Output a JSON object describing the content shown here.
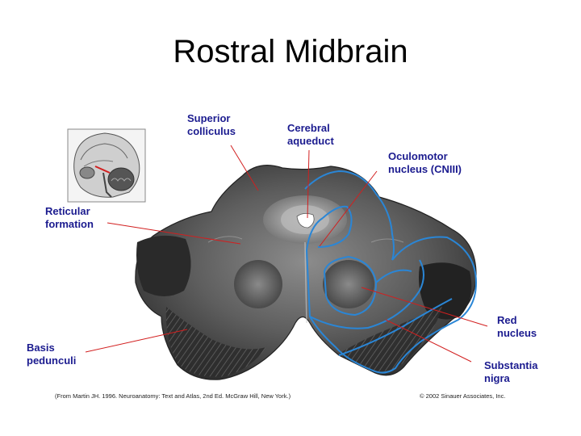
{
  "title": "Rostral Midbrain",
  "labels": {
    "superior_colliculus": [
      "Superior",
      "colliculus"
    ],
    "cerebral_aqueduct": [
      "Cerebral",
      "aqueduct"
    ],
    "oculomotor_nucleus": [
      "Oculomotor",
      "nucleus (CNIII)"
    ],
    "reticular_formation": [
      "Reticular",
      "formation"
    ],
    "basis_pedunculi": [
      "Basis",
      "pedunculi"
    ],
    "red_nucleus": [
      "Red",
      "nucleus"
    ],
    "substantia_nigra": [
      "Substantia",
      "nigra"
    ]
  },
  "citation": "(From Martin JH. 1996. Neuroanatomy: Text and Atlas, 2nd Ed. McGraw Hill, New York.)",
  "copyright": "© 2002 Sinauer Associates, Inc.",
  "colors": {
    "label_text": "#1b1b8f",
    "leader_line": "#d21f1f",
    "outline": "#2a86d6",
    "tissue_dark": "#3a3a3a",
    "tissue_light": "#9a9a9a"
  }
}
